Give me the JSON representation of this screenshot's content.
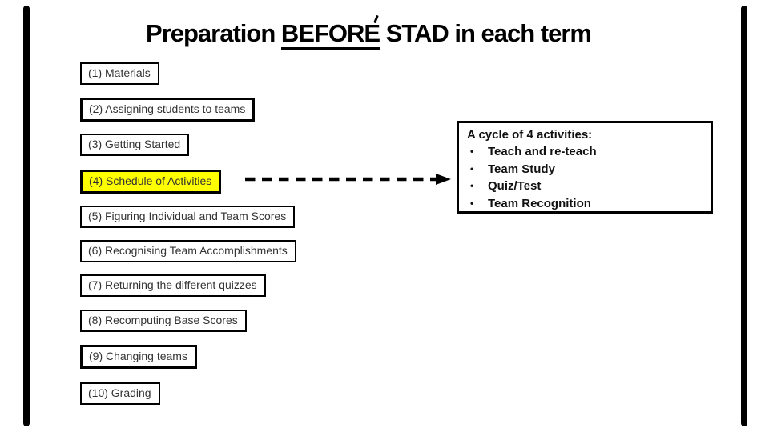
{
  "slide": {
    "title": {
      "part1": "Preparation ",
      "part2": "BEFORE",
      "part3": " STAD in each term"
    },
    "steps": [
      {
        "label": "(1) Materials",
        "highlighted": false
      },
      {
        "label": "(2) Assigning students to teams",
        "highlighted": false
      },
      {
        "label": "(3) Getting Started",
        "highlighted": false
      },
      {
        "label": "(4) Schedule of Activities",
        "highlighted": true
      },
      {
        "label": "(5) Figuring Individual and Team Scores",
        "highlighted": false
      },
      {
        "label": "(6) Recognising Team Accomplishments",
        "highlighted": false
      },
      {
        "label": "(7) Returning the different quizzes",
        "highlighted": false
      },
      {
        "label": "(8) Recomputing Base Scores",
        "highlighted": false
      },
      {
        "label": "(9) Changing teams",
        "highlighted": false
      },
      {
        "label": "(10) Grading",
        "highlighted": false
      }
    ],
    "cycle_box": {
      "heading": "A cycle of 4 activities:",
      "bullet": "•",
      "items": [
        "Teach and re-teach",
        "Team Study",
        "Quiz/Test",
        "Team Recognition"
      ]
    },
    "colors": {
      "highlight": "#ffff00",
      "border": "#000000",
      "step_text": "#333333",
      "title_text": "#000000",
      "side_bar": "#000000"
    }
  }
}
